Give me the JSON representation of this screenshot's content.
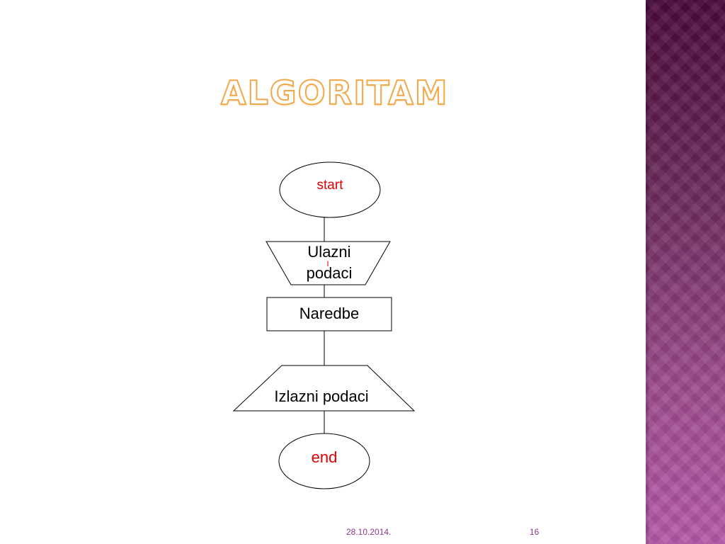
{
  "slide": {
    "title": "Algoritam",
    "footer_date": "28.10.2014.",
    "page_number": "16"
  },
  "flowchart": {
    "start": "start",
    "input_line1": "Ulazni",
    "input_line2": "podaci",
    "input_cursor": "I",
    "process": "Naredbe",
    "output": "Izlazni podaci",
    "end": "end"
  },
  "colors": {
    "accent_title": "#f0a848",
    "terminal_text": "#e00000",
    "side_panel": "#9a4a8a",
    "footer_text": "#8a3a8a"
  }
}
